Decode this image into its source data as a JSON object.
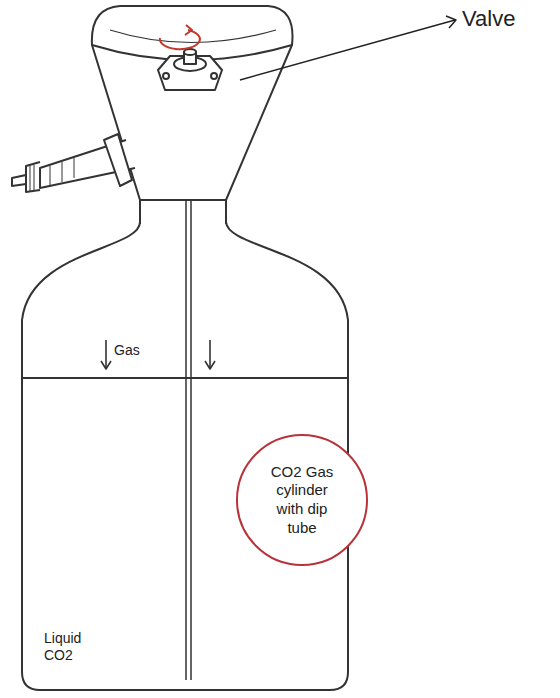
{
  "diagram": {
    "nodes": [
      {
        "text": [
          "CO2 Gas cylinder with dip tube"
        ]
      }
    ],
    "labels": [
      "Valve",
      "Gas",
      "Liquid CO2"
    ]
  }
}
